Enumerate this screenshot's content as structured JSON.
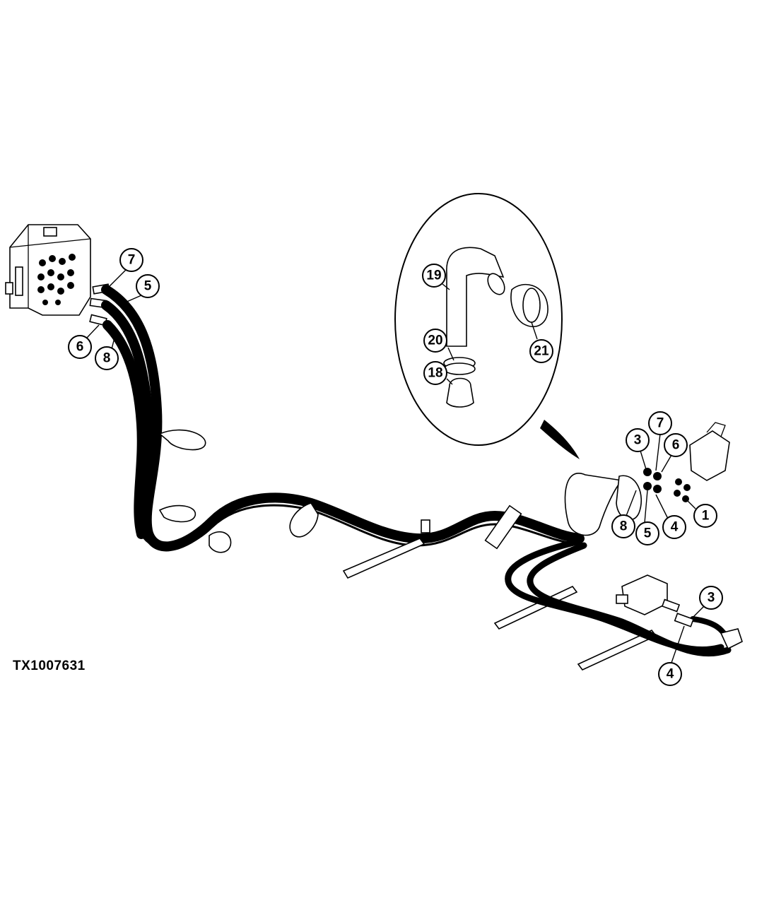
{
  "figure_id": "TX1007631",
  "callouts": {
    "c7a": "7",
    "c5a": "5",
    "c6a": "6",
    "c8a": "8",
    "c19": "19",
    "c20": "20",
    "c18": "18",
    "c21": "21",
    "c3a": "3",
    "c7b": "7",
    "c6b": "6",
    "c1": "1",
    "c8b": "8",
    "c5b": "5",
    "c4a": "4",
    "c3b": "3",
    "c4b": "4"
  }
}
